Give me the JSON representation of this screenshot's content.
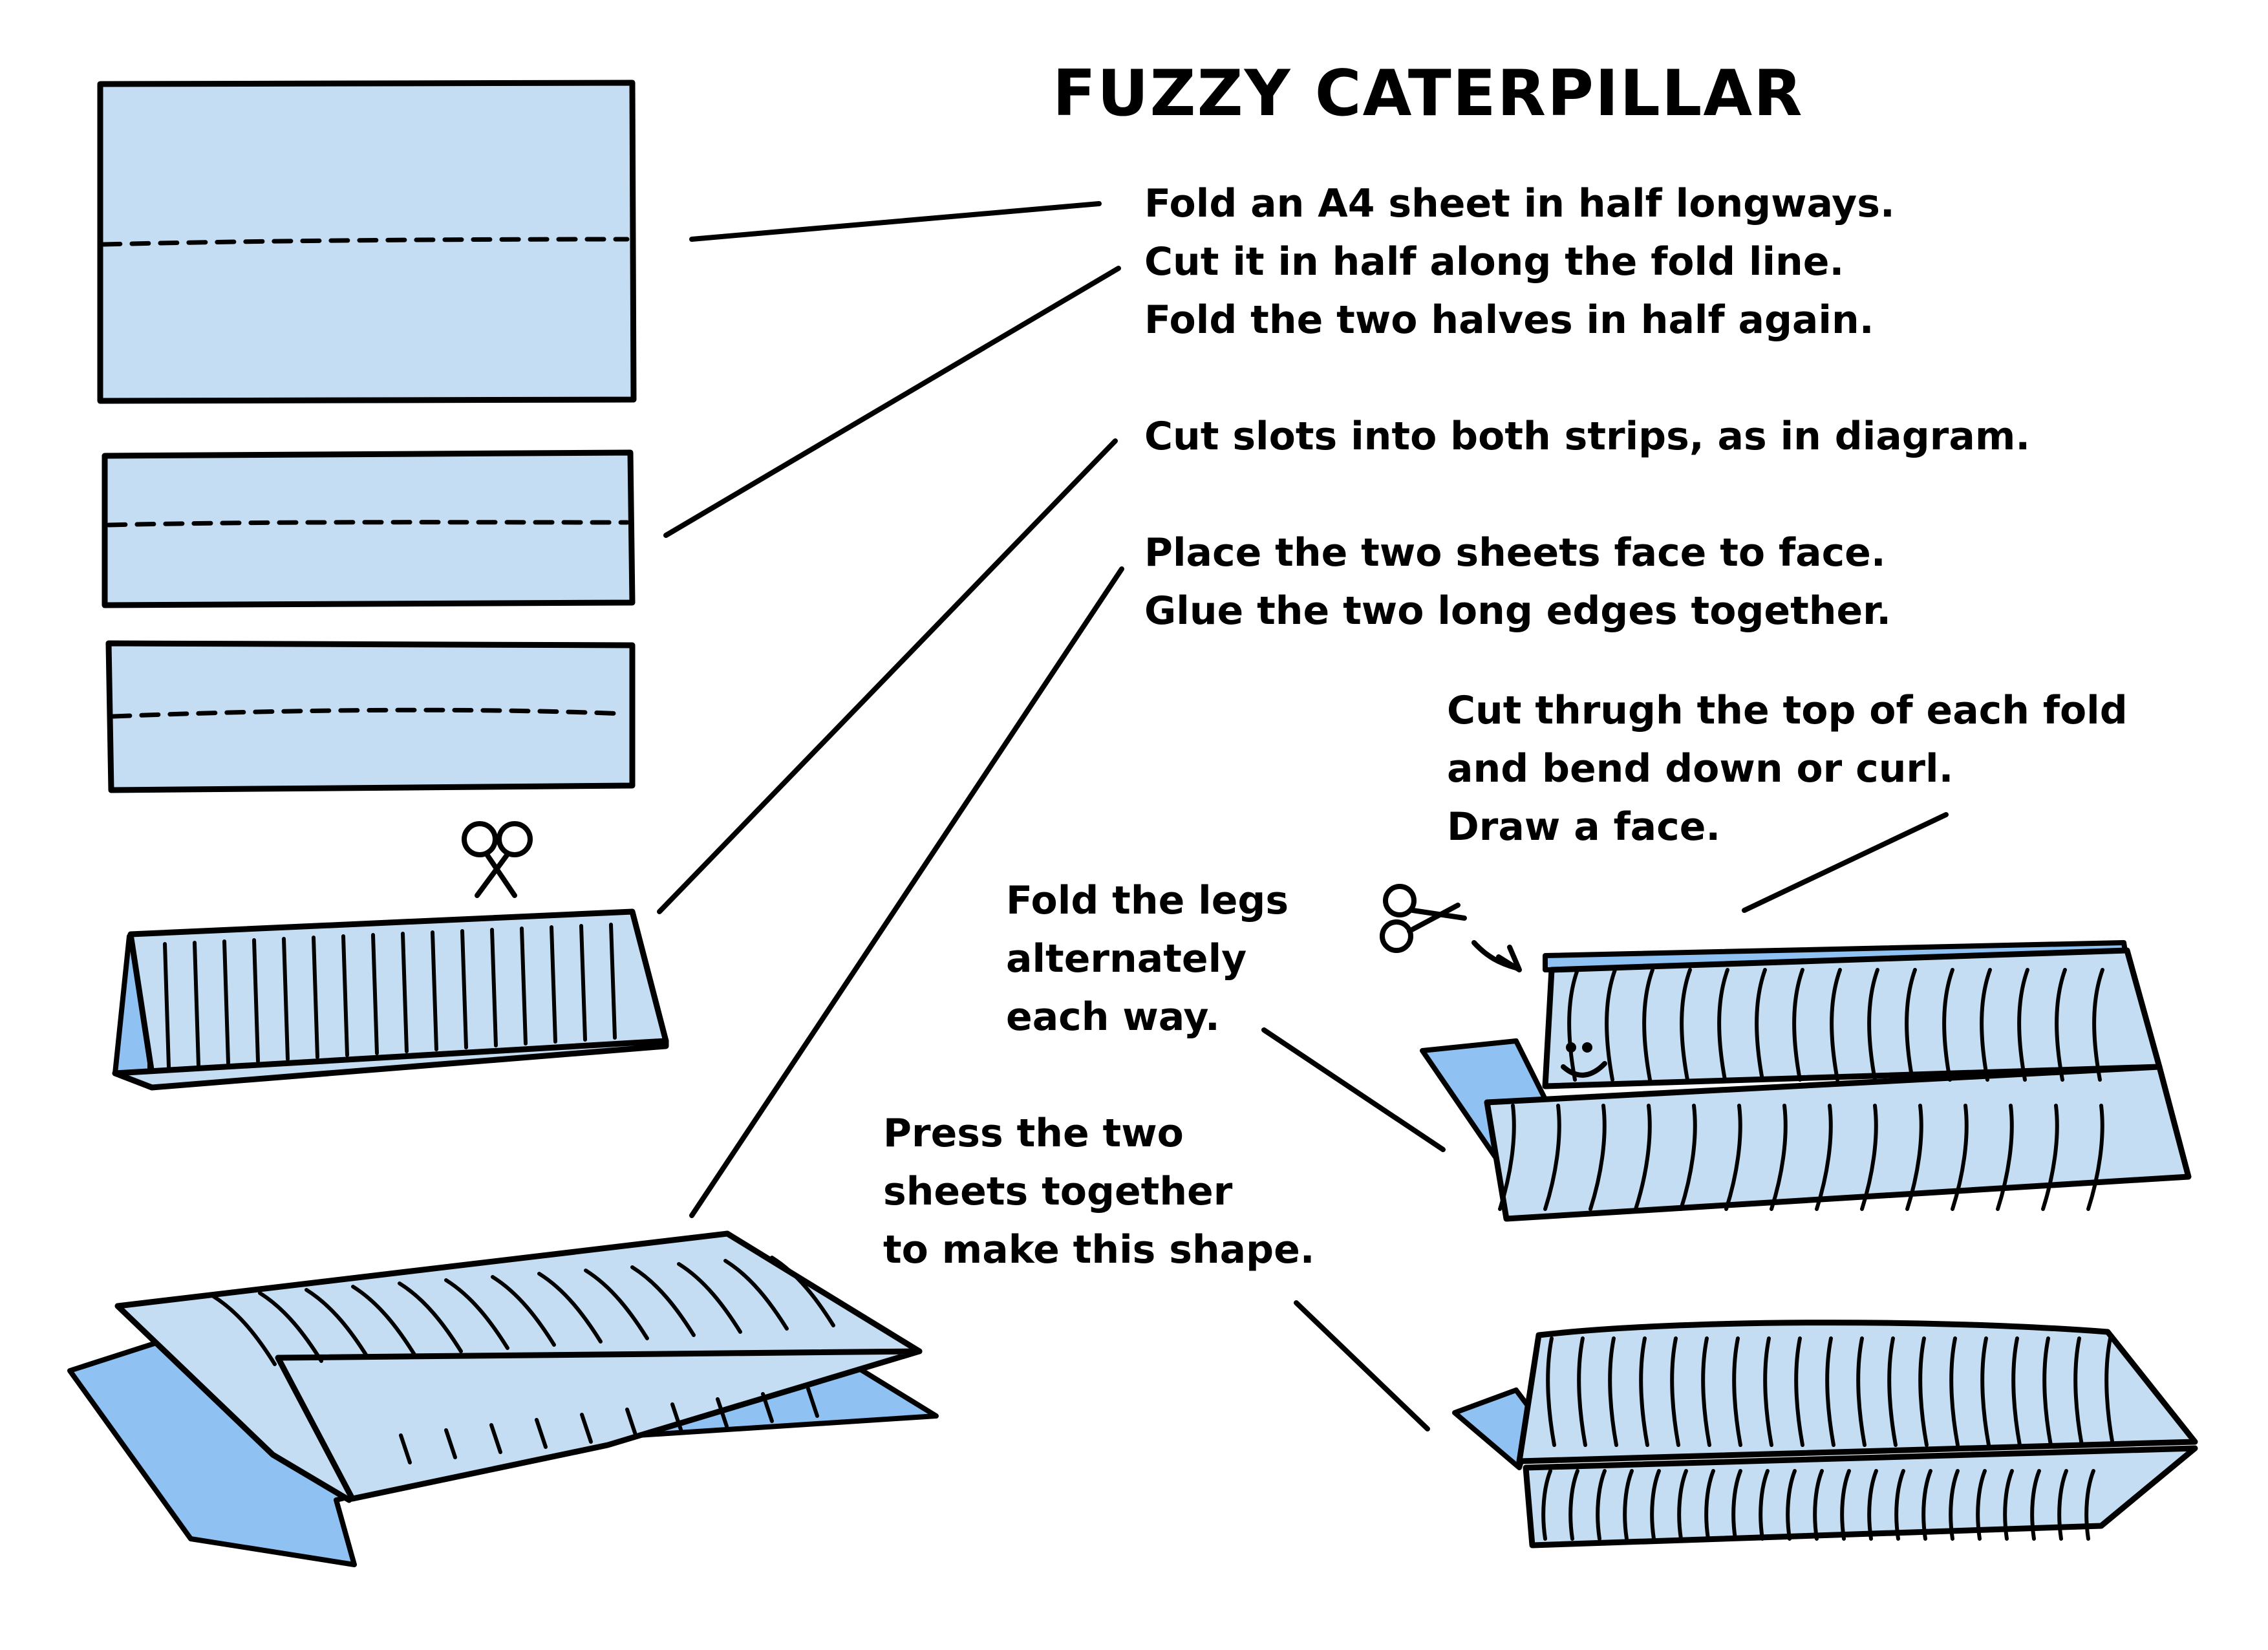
{
  "title": "FUZZY CATERPILLAR",
  "steps": {
    "step1": [
      "Fold an A4 sheet in half longways.",
      "Cut it in half along the fold line.",
      "Fold the two halves in half again."
    ],
    "step2": [
      "Cut slots into both strips, as in diagram."
    ],
    "step3": [
      "Place the two sheets face to face.",
      "Glue the two long edges together."
    ],
    "step4": [
      "Cut thrugh the top of each fold",
      "and bend down or curl.",
      "Draw a face."
    ],
    "step5": [
      "Fold the legs",
      "alternately",
      "each way."
    ],
    "step6": [
      "Press the two",
      "sheets together",
      "to make this shape."
    ]
  },
  "icons": [
    "scissors-icon",
    "scissors-icon"
  ],
  "colors": {
    "paper_light": "#c5ddf2",
    "paper_dark": "#8fc2f2",
    "ink": "#000000"
  }
}
